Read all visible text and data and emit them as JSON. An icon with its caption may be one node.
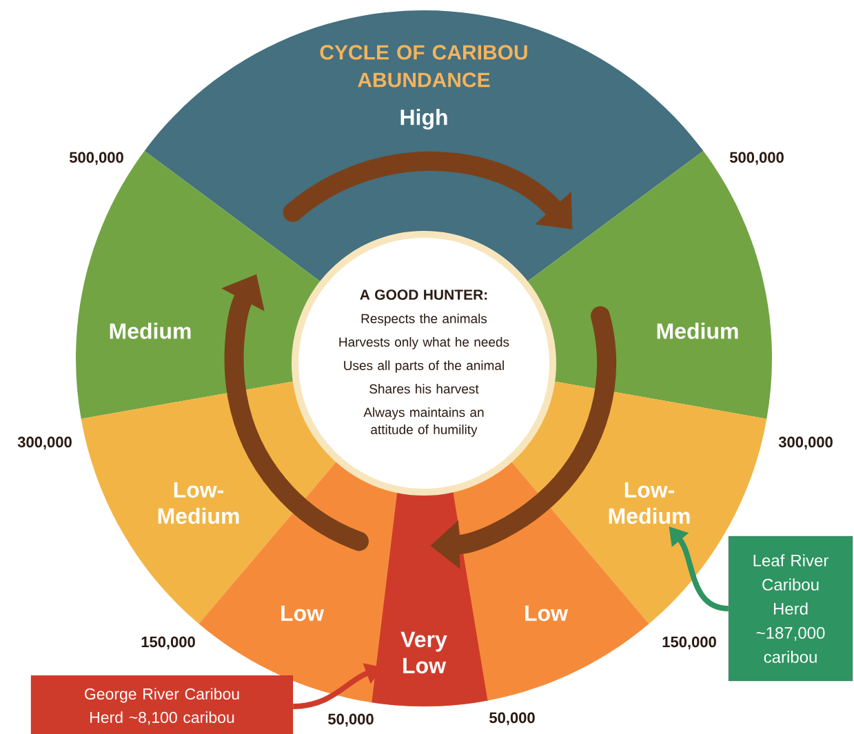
{
  "diagram": {
    "title": "CYCLE OF CARIBOU ABUNDANCE",
    "nodes": [
      {
        "text": [
          "High"
        ]
      },
      {
        "text": [
          "Medium"
        ]
      },
      {
        "text": [
          "Medium"
        ]
      },
      {
        "text": [
          "Low- Medium"
        ]
      },
      {
        "text": [
          "Low- Medium"
        ]
      },
      {
        "text": [
          "Low"
        ]
      },
      {
        "text": [
          "Low"
        ]
      },
      {
        "text": [
          "Very Low"
        ]
      },
      {
        "text": [
          "A GOOD HUNTER:",
          "Respects the animals",
          "Harvests only what he needs",
          "Uses all parts of the animal",
          "Shares his harvest",
          "Always maintains an attitude of humility"
        ]
      },
      {
        "text": [
          "George River Caribou Herd ~8,100 caribou"
        ]
      },
      {
        "text": [
          "Leaf River Caribou Herd ~187,000 caribou"
        ]
      }
    ],
    "edges": [
      {
        "from": 9,
        "to": 7,
        "arrow": "to",
        "color": "#cf3b2b"
      },
      {
        "from": 10,
        "to": 4,
        "arrow": "to",
        "color": "#2e9462"
      }
    ],
    "labels": [
      "500,000",
      "500,000",
      "300,000",
      "300,000",
      "150,000",
      "150,000",
      "50,000",
      "50,000"
    ]
  }
}
